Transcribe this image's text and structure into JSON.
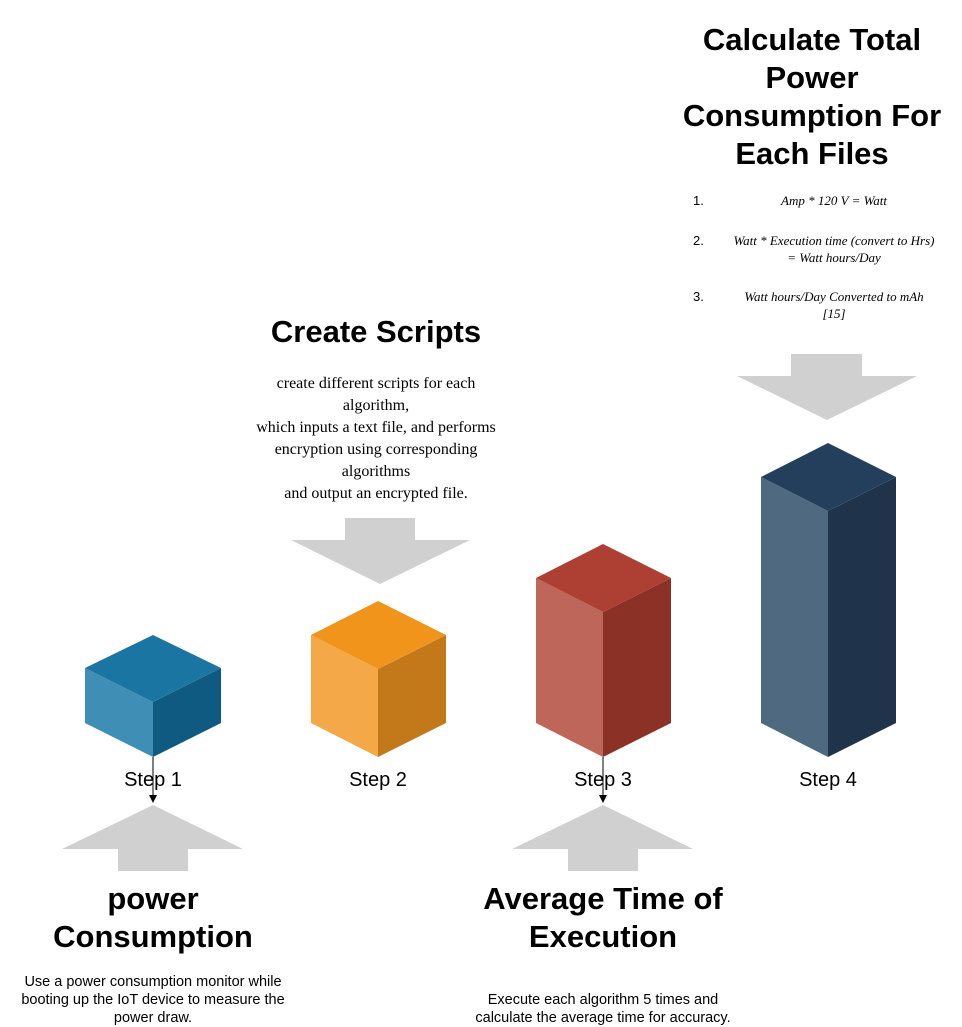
{
  "steps": [
    {
      "label": "Step 1",
      "colors": {
        "top": "#1a75a2",
        "left": "#3f8eb5",
        "right": "#0f5a80"
      }
    },
    {
      "label": "Step 2",
      "colors": {
        "top": "#f0941c",
        "left": "#f4a847",
        "right": "#c3791a"
      }
    },
    {
      "label": "Step 3",
      "colors": {
        "top": "#ad3f33",
        "left": "#bf665a",
        "right": "#8c3126"
      }
    },
    {
      "label": "Step 4",
      "colors": {
        "top": "#243f5c",
        "left": "#4f6a80",
        "right": "#1f344a"
      }
    }
  ],
  "arrow_color": "#d0d0d0",
  "power": {
    "title_line1": "power",
    "title_line2": "Consumption",
    "desc_lines": [
      "Use a power consumption monitor while",
      "booting up the IoT device to measure the",
      "power draw."
    ]
  },
  "scripts": {
    "title": "Create Scripts",
    "desc_lines": [
      "create different scripts for each",
      "algorithm,",
      "which inputs a text file, and performs",
      "encryption using corresponding",
      "algorithms",
      "and output an encrypted file."
    ]
  },
  "average": {
    "title_line1": "Average Time of",
    "title_line2": "Execution",
    "desc_lines": [
      "Execute each algorithm 5 times and",
      "calculate the average time for accuracy."
    ]
  },
  "total": {
    "title_lines": [
      "Calculate Total",
      "Power",
      "Consumption For",
      "Each Files"
    ],
    "formulas": [
      {
        "num": "1.",
        "lines": [
          "Amp * 120 V = Watt"
        ]
      },
      {
        "num": "2.",
        "lines": [
          "Watt * Execution time (convert to Hrs)",
          "= Watt hours/Day"
        ]
      },
      {
        "num": "3.",
        "lines": [
          "Watt hours/Day Converted to mAh",
          "[15]"
        ]
      }
    ]
  }
}
